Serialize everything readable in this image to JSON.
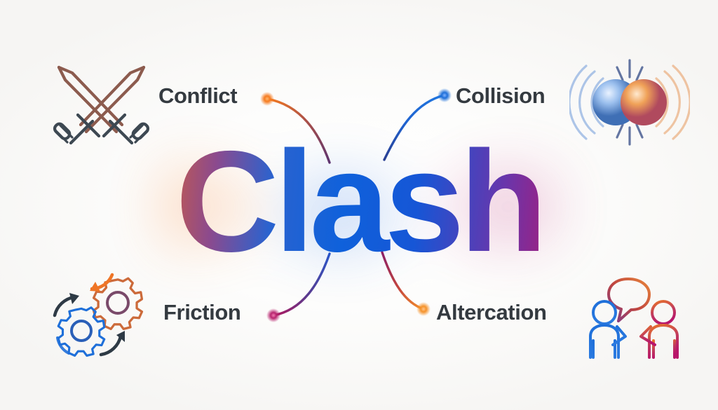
{
  "background_color": "#f7f6f4",
  "center": {
    "word": "Clash",
    "gradient_colors": [
      "#F4731A",
      "#0F61DB",
      "#B8166B"
    ]
  },
  "label_color": "#343a40",
  "nodes": [
    {
      "id": "conflict",
      "label": "Conflict",
      "position": "top-left",
      "icon": "crossed-swords-icon",
      "icon_colors": [
        "#8c5b4e",
        "#3d4852"
      ],
      "connector_colors": [
        "#F57B20",
        "#6a3a6e"
      ],
      "connector_dot_color": "#F57B20"
    },
    {
      "id": "collision",
      "label": "Collision",
      "position": "top-right",
      "icon": "colliding-spheres-icon",
      "icon_colors": [
        "#4a7fd4",
        "#e8853a"
      ],
      "connector_colors": [
        "#1e6fd9",
        "#2a4fa8"
      ],
      "connector_dot_color": "#1e6fd9"
    },
    {
      "id": "friction",
      "label": "Friction",
      "position": "bottom-left",
      "icon": "gears-icon",
      "icon_colors": [
        "#1e6fd9",
        "#e8722a"
      ],
      "connector_colors": [
        "#2a55c8",
        "#a8195f"
      ],
      "connector_dot_color": "#b8246e"
    },
    {
      "id": "altercation",
      "label": "Altercation",
      "position": "bottom-right",
      "icon": "two-people-arguing-icon",
      "icon_colors": [
        "#1e6fd9",
        "#b8166b",
        "#e8722a"
      ],
      "connector_colors": [
        "#a8195f",
        "#F5922A"
      ],
      "connector_dot_color": "#F5922A"
    }
  ]
}
